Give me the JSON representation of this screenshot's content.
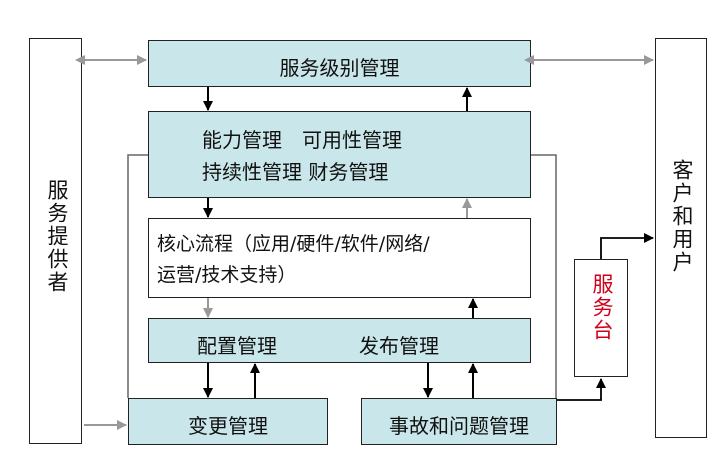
{
  "left": {
    "label": "服务提供者"
  },
  "right": {
    "label": "客户和用户"
  },
  "service_desk": {
    "label": "服务台",
    "color": "#d0021b"
  },
  "slm": {
    "label": "服务级别管理"
  },
  "mgmt": {
    "line1": "能力管理　可用性管理",
    "line2": "持续性管理 财务管理"
  },
  "core": {
    "line1": "核心流程（应用/硬件/软件/网络/",
    "line2": "运营/技术支持）"
  },
  "config_release": {
    "left": "配置管理",
    "right": "发布管理"
  },
  "change": {
    "label": "变更管理"
  },
  "incident": {
    "label": "事故和问题管理"
  },
  "colors": {
    "teal": "#c9e7ea",
    "arrow_dark": "#000000",
    "arrow_gray": "#999999"
  }
}
